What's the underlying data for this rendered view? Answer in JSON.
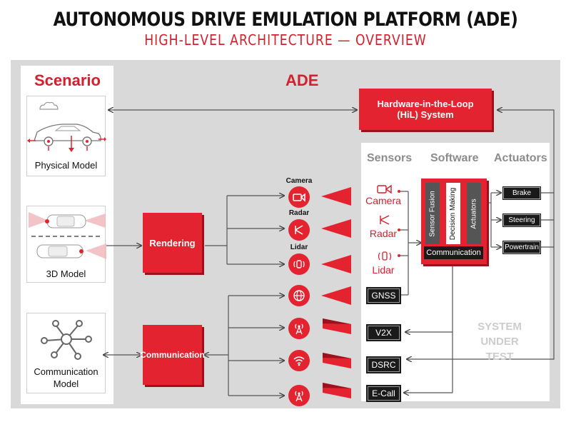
{
  "header": {
    "title": "AUTONOMOUS DRIVE EMULATION PLATFORM (ADE)",
    "subtitle": "HIGH-LEVEL ARCHITECTURE — OVERVIEW"
  },
  "scenario": {
    "heading": "Scenario",
    "cards": [
      {
        "label": "Physical Model"
      },
      {
        "label": "3D Model"
      },
      {
        "label_line1": "Communication",
        "label_line2": "Model"
      }
    ]
  },
  "ade": {
    "heading": "ADE",
    "hil_line1": "Hardware-in-the-Loop",
    "hil_line2": "(HiL) System",
    "rendering": "Rendering",
    "communication": "Communication",
    "sensor_tags": [
      "Camera",
      "Radar",
      "Lidar"
    ]
  },
  "sut": {
    "col_sensors": "Sensors",
    "col_software": "Software",
    "col_actuators": "Actuators",
    "sensors": [
      "Camera",
      "Radar",
      "Lidar"
    ],
    "gnss": "GNSS",
    "comms": [
      "V2X",
      "DSRC",
      "E-Call"
    ],
    "software_bars": [
      "Sensor Fusion",
      "Decision Making",
      "Actuators"
    ],
    "software_comm": "Communication",
    "actuators": [
      "Brake",
      "Steering",
      "Powertrain"
    ],
    "label_line1": "SYSTEM",
    "label_line2": "UNDER",
    "label_line3": "TEST"
  },
  "colors": {
    "accent_red": "#e3232f",
    "dark_red": "#9c121c",
    "panel_grey": "#d9d9d9",
    "black_box": "#1a1a1a"
  }
}
